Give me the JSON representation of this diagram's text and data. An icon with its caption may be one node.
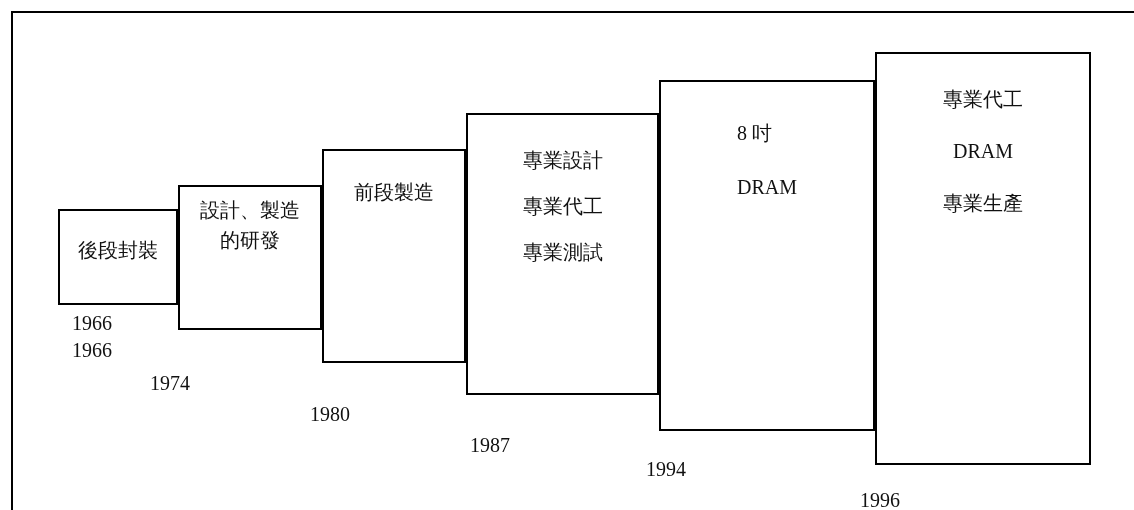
{
  "diagram": {
    "nodes": [
      {
        "text": [
          "後段封裝"
        ],
        "beside": [
          "1966",
          "1966"
        ]
      },
      {
        "text": [
          "設計、製造的研發"
        ],
        "beside": [
          "1974"
        ]
      },
      {
        "text": [
          "前段製造"
        ],
        "beside": [
          "1980"
        ]
      },
      {
        "text": [
          "專業設計",
          "專業代工",
          "專業測試"
        ],
        "beside": [
          "1987"
        ]
      },
      {
        "text": [
          "8 吋",
          "DRAM"
        ],
        "beside": [
          "1994"
        ]
      },
      {
        "text": [
          "專業代工",
          "DRAM",
          "專業生產"
        ],
        "beside": [
          "1996"
        ]
      }
    ]
  }
}
